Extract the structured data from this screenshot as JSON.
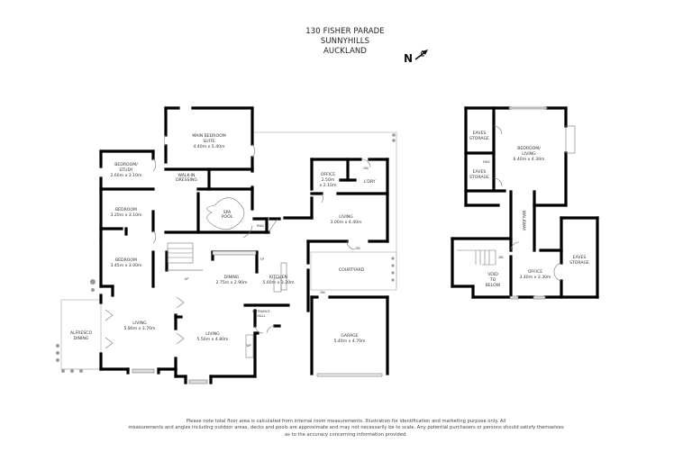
{
  "header": {
    "address_line1": "130 FISHER PARADE",
    "address_line2": "SUNNYHILLS",
    "address_line3": "AUCKLAND"
  },
  "compass": {
    "label": "N",
    "icon": "north-arrow-icon"
  },
  "ground_floor": {
    "rooms": [
      {
        "id": "main-bedroom",
        "name": "MAIN BEDROOM",
        "name2": "SUITE",
        "dims": "4.40m x 5.40m"
      },
      {
        "id": "bedroom-study",
        "name": "BEDROOM/",
        "name2": "STUDY",
        "dims": "2.60m x 3.10m"
      },
      {
        "id": "walkin-dressing",
        "name": "WALK-IN",
        "name2": "DRESSING",
        "dims": ""
      },
      {
        "id": "bedroom-2",
        "name": "BEDROOM",
        "name2": "",
        "dims": "3.20m x 3.10m"
      },
      {
        "id": "spa-pool",
        "name": "SPA",
        "name2": "POOL",
        "dims": ""
      },
      {
        "id": "bedroom-3",
        "name": "BEDROOM",
        "name2": "",
        "dims": "3.45m x 3.00m"
      },
      {
        "id": "office",
        "name": "OFFICE",
        "name2": "2.50m",
        "dims": "x 2.10m"
      },
      {
        "id": "ldry",
        "name": "L'DRY",
        "name2": "",
        "dims": ""
      },
      {
        "id": "living-1",
        "name": "LIVING",
        "name2": "",
        "dims": "3.00m x 4.40m"
      },
      {
        "id": "dining",
        "name": "DINING",
        "name2": "",
        "dims": "2.75m x 2.90m"
      },
      {
        "id": "kitchen",
        "name": "KITCHEN",
        "name2": "",
        "dims": "5.60m x 3.20m"
      },
      {
        "id": "courtyard",
        "name": "COURTYARD",
        "name2": "",
        "dims": ""
      },
      {
        "id": "alfresco",
        "name": "ALFRESCO",
        "name2": "DINING",
        "dims": ""
      },
      {
        "id": "living-2",
        "name": "LIVING",
        "name2": "",
        "dims": "5.80m x 3.70m"
      },
      {
        "id": "living-3",
        "name": "LIVING",
        "name2": "",
        "dims": "5.50m x 4.80m"
      },
      {
        "id": "entrance",
        "name": "ENTRANCE",
        "name2": "HALL",
        "dims": ""
      },
      {
        "id": "garage",
        "name": "GARAGE",
        "name2": "",
        "dims": "5.40m x 4.70m"
      }
    ],
    "small_labels": {
      "hwc": "HWC",
      "dn": "DN",
      "up": "UP",
      "fridge": "F/F",
      "wp": "WP"
    }
  },
  "upper_floor": {
    "rooms": [
      {
        "id": "eaves-1",
        "name": "EAVES",
        "name2": "STORAGE",
        "dims": ""
      },
      {
        "id": "eaves-2",
        "name": "EAVES",
        "name2": "STORAGE",
        "dims": ""
      },
      {
        "id": "bedroom-living",
        "name": "BEDROOM/",
        "name2": "LIVING",
        "dims": "6.40m x 4.30m"
      },
      {
        "id": "walkway",
        "name": "WALKWAY",
        "name2": "",
        "dims": ""
      },
      {
        "id": "eaves-3",
        "name": "EAVES",
        "name2": "STORAGE",
        "dims": ""
      },
      {
        "id": "void",
        "name": "VOID",
        "name2": "TO",
        "dims": "BELOW"
      },
      {
        "id": "office-up",
        "name": "OFFICE",
        "name2": "",
        "dims": "3.40m x 3.30m"
      }
    ],
    "small_labels": {
      "hwc": "HWC",
      "dn": "DN"
    }
  },
  "footer": {
    "line1": "Please note total floor area is calculated from internal room measurements. Illustration for identification and marketing purpose only. All",
    "line2": "measurements and angles including outdoor areas, decks and pools are approximate and may not necessarily be to scale. Any potential purchasers or persons should satisfy themselves",
    "line3": "as to the accuracy concerning information provided."
  }
}
